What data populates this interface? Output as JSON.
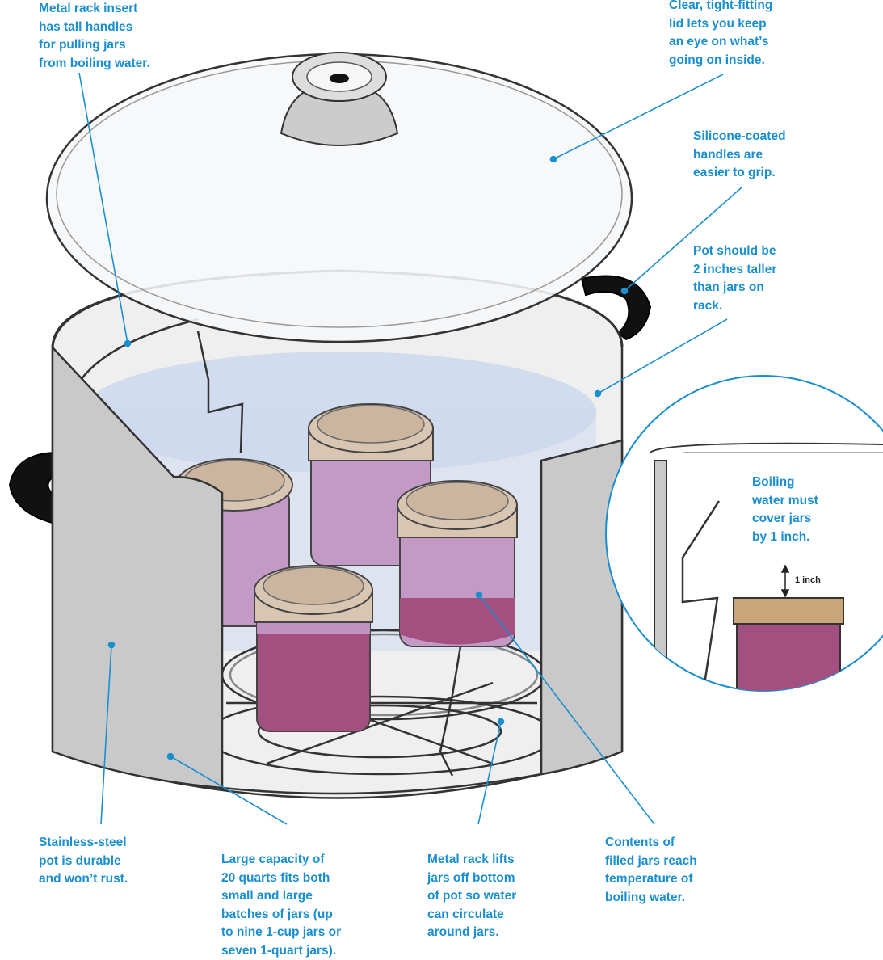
{
  "callouts": {
    "rack_insert": "Metal rack insert\nhas tall handles\nfor pulling jars\nfrom boiling water.",
    "lid": "Clear, tight-fitting\nlid lets you keep\nan eye on what’s\ngoing on inside.",
    "handles": "Silicone-coated\nhandles are\neasier to grip.",
    "pot_height": "Pot should be\n2 inches taller\nthan jars on\nrack.",
    "boiling_water": "Boiling\nwater must\ncover jars\nby 1 inch.",
    "stainless": "Stainless-steel\npot is durable\nand won’t rust.",
    "capacity": "Large capacity of\n20 quarts fits both\nsmall and large\nbatches of jars (up\nto nine 1-cup jars or\nseven 1-quart jars).",
    "rack_lifts": "Metal rack lifts\njars off bottom\nof pot so water\ncan circulate\naround jars.",
    "contents": "Contents of\nfilled jars reach\ntemperature of\nboiling water."
  },
  "inset": {
    "measure_label": "1 inch"
  },
  "colors": {
    "callout": "#1a8fd0",
    "pot": "#c9c9c9",
    "water": "#cdd8ee",
    "jam": "#a34f7f",
    "jam_under_water": "#c399c6",
    "jar_lid": "#d8c6b2",
    "handle": "#111111"
  }
}
